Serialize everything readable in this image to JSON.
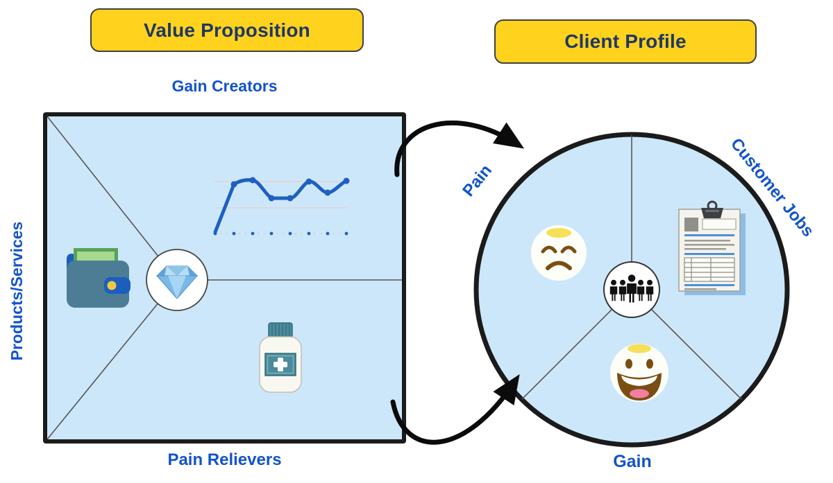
{
  "titles": {
    "value_proposition": "Value Proposition",
    "client_profile": "Client Profile"
  },
  "value_map": {
    "top_label": "Gain Creators",
    "left_label": "Products/Services",
    "bottom_label": "Pain Relievers",
    "center_icon": "diamond-icon",
    "region_icons": [
      "line-chart-icon",
      "wallet-icon",
      "medicine-bottle-icon"
    ]
  },
  "client_profile": {
    "left_label": "Pain",
    "right_label": "Customer Jobs",
    "bottom_label": "Gain",
    "center_icon": "people-group-icon",
    "region_icons": [
      "sad-face-icon",
      "document-icon",
      "happy-face-icon"
    ]
  },
  "connectors": [
    {
      "name": "curved-arrow-top",
      "from": "value-map-square",
      "to": "client-profile-circle"
    },
    {
      "name": "curved-arrow-bottom",
      "from": "client-profile-circle",
      "to": "value-map-square"
    }
  ],
  "line_chart_icon": {
    "type": "line",
    "values": [
      5,
      78,
      83,
      52,
      52,
      80,
      64,
      82
    ],
    "gridlines": 2,
    "dotted_baseline": true
  },
  "colors": {
    "badge_bg": "#FFD21E",
    "badge_border": "#404040",
    "badge_text": "#1F3864",
    "label_text": "#1253CC",
    "panel_fill": "#CDE7FA",
    "panel_border": "#1B1B1B",
    "divider_line": "#555555",
    "arrow": "#0B0B0B",
    "chart_line": "#1E5FC1"
  }
}
